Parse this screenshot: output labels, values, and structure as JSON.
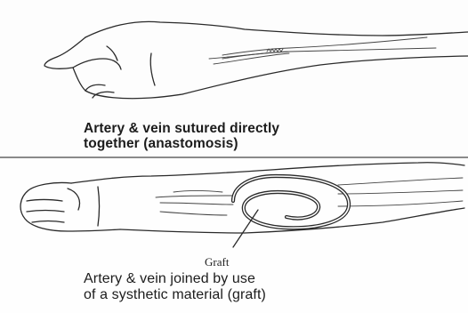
{
  "panels": [
    {
      "caption_line1": "Artery & vein sutured directly",
      "caption_line2": "together (anastomosis)"
    },
    {
      "label": "Graft",
      "caption_line1": "Artery & vein joined by use",
      "caption_line2": "of a systhetic material (graft)"
    }
  ]
}
